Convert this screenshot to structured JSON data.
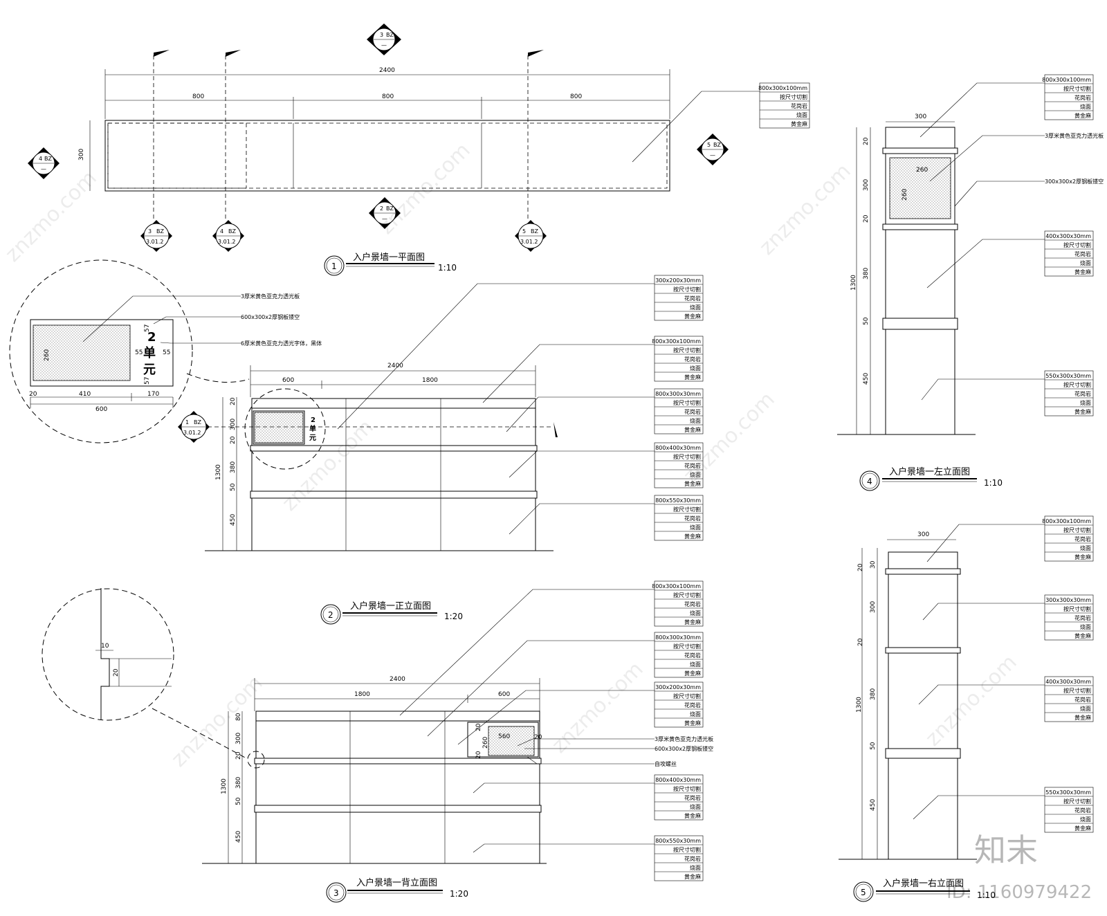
{
  "titles": {
    "plan": {
      "num": "1",
      "name": "入户景墙一平面图",
      "scale": "1:10"
    },
    "front": {
      "num": "2",
      "name": "入户景墙一正立面图",
      "scale": "1:20"
    },
    "back": {
      "num": "3",
      "name": "入户景墙一背立面图",
      "scale": "1:20"
    },
    "left": {
      "num": "4",
      "name": "入户景墙一左立面图",
      "scale": "1:10"
    },
    "right": {
      "num": "5",
      "name": "入户景墙一右立面图",
      "scale": "1:10"
    }
  },
  "symbols": {
    "bz": "BZ",
    "ref": "3.01.2",
    "dash": "—",
    "n1": "1",
    "n2": "2",
    "n3": "3",
    "n4": "4",
    "n5": "5"
  },
  "dims": {
    "total": "2400",
    "d800": "800",
    "d600": "600",
    "d1800": "1800",
    "d300": "300",
    "d260": "260",
    "d560": "560",
    "d1300": "1300",
    "d380": "380",
    "d450": "450",
    "d50": "50",
    "d20": "20",
    "d80": "80",
    "d30": "30",
    "d10": "10",
    "d57": "57",
    "d55": "55",
    "d410": "410",
    "d170": "170"
  },
  "unit_text": "2单元",
  "unit_chars": [
    "2",
    "单",
    "元"
  ],
  "tags": {
    "t1": [
      "800x300x100mm",
      "按尺寸切割",
      "花岗岩",
      "烧面",
      "黄金麻"
    ],
    "t2": [
      "300x200x30mm",
      "按尺寸切割",
      "花岗岩",
      "烧面",
      "黄金麻"
    ],
    "t3": [
      "800x300x100mm",
      "按尺寸切割",
      "花岗岩",
      "烧面",
      "黄金麻"
    ],
    "t4": [
      "800x300x30mm",
      "按尺寸切割",
      "花岗岩",
      "烧面",
      "黄金麻"
    ],
    "t5": [
      "800x400x30mm",
      "按尺寸切割",
      "花岗岩",
      "烧面",
      "黄金麻"
    ],
    "t6": [
      "800x550x30mm",
      "按尺寸切割",
      "花岗岩",
      "烧面",
      "黄金麻"
    ],
    "t7": [
      "400x300x30mm",
      "按尺寸切割",
      "花岗岩",
      "烧面",
      "黄金麻"
    ],
    "t8": [
      "550x300x30mm",
      "按尺寸切割",
      "花岗岩",
      "烧面",
      "黄金麻"
    ],
    "t9": [
      "300x300x30mm",
      "按尺寸切割",
      "花岗岩",
      "烧面",
      "黄金麻"
    ]
  },
  "notes": {
    "acrylic": "3厚米黄色亚克力透光板",
    "steel600": "600x300x2厚钢板镂空",
    "steel300": "300x300x2厚钢板镂空",
    "font": "6厚米黄色亚克力透光字体，黑体",
    "screw": "自攻螺丝"
  },
  "watermark": {
    "site": "znzmo.com",
    "brand": "知末",
    "id": "ID: 1160979422"
  }
}
